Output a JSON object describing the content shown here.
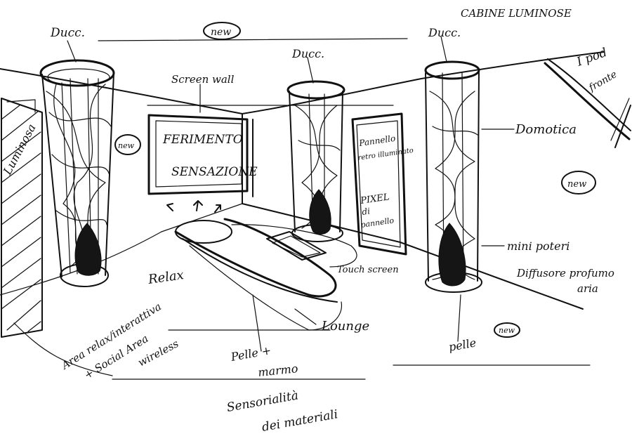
{
  "sketch": {
    "labels": {
      "doccia_left": "Ducc.",
      "new_top": "new",
      "cabina_luminosa": "CABINE LUMINOSE",
      "ipod": "I pod",
      "fronte": "fronte",
      "screen_wall": "Screen wall",
      "doccia_middle": "Ducc.",
      "doccia_right": "Ducc.",
      "ferimento": "FERIMENTO",
      "sensazione": "SENSAZIONE",
      "new_mid": "new",
      "domotica": "Domotica",
      "new_right": "new",
      "panel_note_1": "Pannello",
      "panel_note_2": "retro illuminato",
      "panel_note_3": "PIXEL",
      "panel_note_4": "di",
      "panel_note_5": "pannello",
      "wall_left": "Luminosa",
      "touch_screen": "Touch screen",
      "relax": "Relax",
      "mini_poteri": "mini poteri",
      "diffusore": "Diffusore profumo",
      "aria": "aria",
      "area_relax": "Area relax/interattiva",
      "social_area": "+ Social Area",
      "wireless": "wireless",
      "lounge": "Lounge",
      "pelle": "Pelle +",
      "marmo": "marmo",
      "pelle_right": "pelle",
      "new_bottom": "new",
      "sensorialita": "Sensorialità",
      "materiali": "dei materiali"
    },
    "icons": {
      "shower_column": "shower-column-icon",
      "flame": "flame-icon",
      "arrow": "arrow-up-icon",
      "circle": "circled-new-icon"
    }
  }
}
